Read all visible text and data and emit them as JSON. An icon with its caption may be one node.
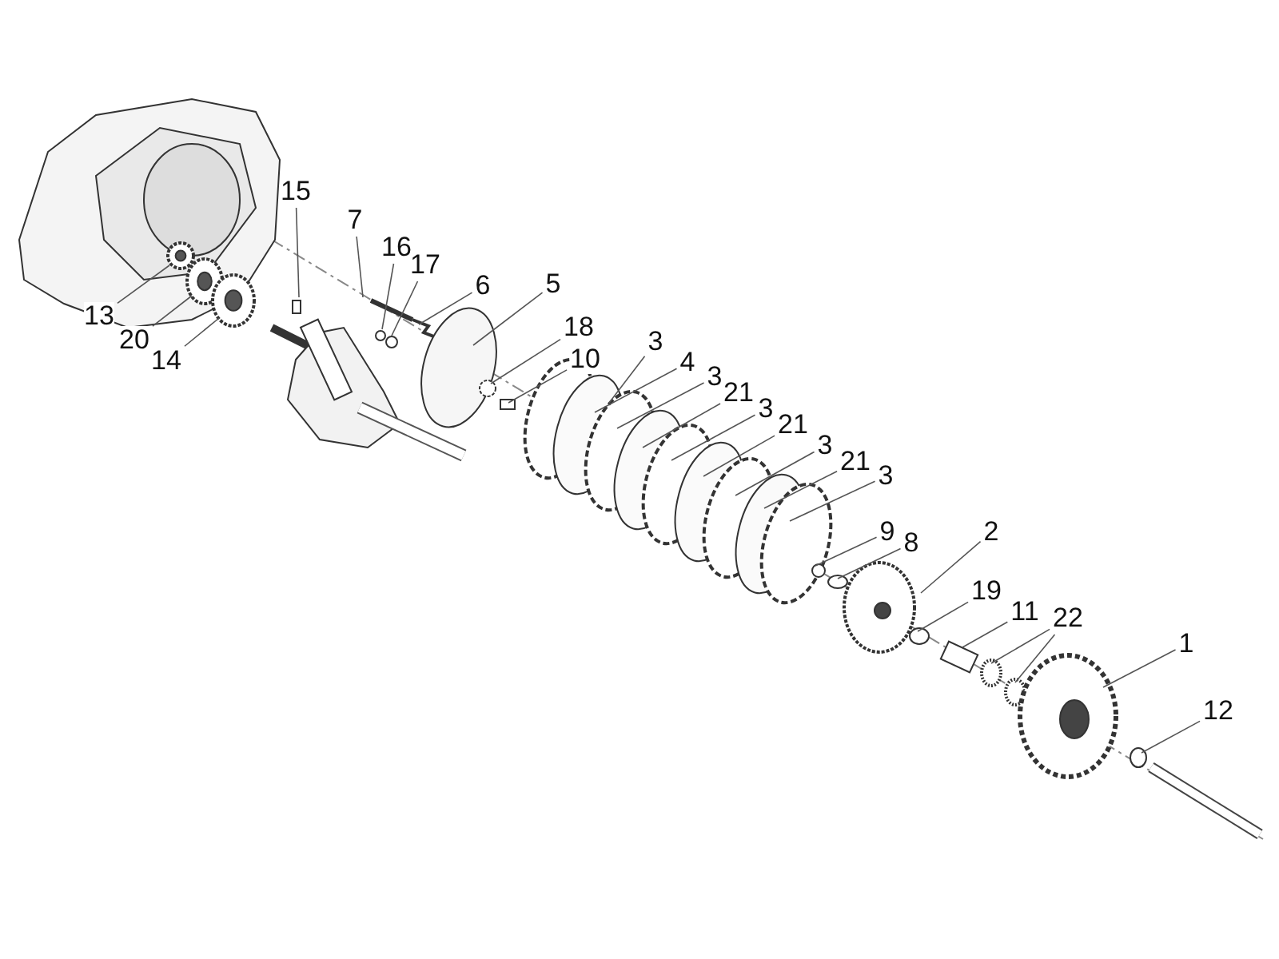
{
  "diagram": {
    "nodes": [
      {
        "text": [
          "15"
        ]
      },
      {
        "text": [
          "7"
        ]
      },
      {
        "text": [
          "16"
        ]
      },
      {
        "text": [
          "17"
        ]
      },
      {
        "text": [
          "6"
        ]
      },
      {
        "text": [
          "5"
        ]
      },
      {
        "text": [
          "13"
        ]
      },
      {
        "text": [
          "18"
        ]
      },
      {
        "text": [
          "20"
        ]
      },
      {
        "text": [
          "3"
        ]
      },
      {
        "text": [
          "10"
        ]
      },
      {
        "text": [
          "14"
        ]
      },
      {
        "text": [
          "4"
        ]
      },
      {
        "text": [
          "3"
        ]
      },
      {
        "text": [
          "21"
        ]
      },
      {
        "text": [
          "3"
        ]
      },
      {
        "text": [
          "21"
        ]
      },
      {
        "text": [
          "3"
        ]
      },
      {
        "text": [
          "21"
        ]
      },
      {
        "text": [
          "3"
        ]
      },
      {
        "text": [
          "9"
        ]
      },
      {
        "text": [
          "8"
        ]
      },
      {
        "text": [
          "2"
        ]
      },
      {
        "text": [
          "19"
        ]
      },
      {
        "text": [
          "11"
        ]
      },
      {
        "text": [
          "22"
        ]
      },
      {
        "text": [
          "1"
        ]
      },
      {
        "text": [
          "12"
        ]
      }
    ],
    "edges": [
      {
        "from": 0,
        "to": null,
        "arrow": "none"
      },
      {
        "from": 1,
        "to": null,
        "arrow": "none"
      },
      {
        "from": 2,
        "to": null,
        "arrow": "none"
      },
      {
        "from": 3,
        "to": null,
        "arrow": "none"
      },
      {
        "from": 4,
        "to": null,
        "arrow": "none"
      },
      {
        "from": 5,
        "to": null,
        "arrow": "none"
      },
      {
        "from": 6,
        "to": null,
        "arrow": "none"
      },
      {
        "from": 7,
        "to": null,
        "arrow": "none"
      },
      {
        "from": 8,
        "to": null,
        "arrow": "none"
      },
      {
        "from": 9,
        "to": null,
        "arrow": "none"
      },
      {
        "from": 10,
        "to": null,
        "arrow": "none"
      },
      {
        "from": 11,
        "to": null,
        "arrow": "none"
      },
      {
        "from": 12,
        "to": null,
        "arrow": "none"
      },
      {
        "from": 13,
        "to": null,
        "arrow": "none"
      },
      {
        "from": 14,
        "to": null,
        "arrow": "none"
      },
      {
        "from": 15,
        "to": null,
        "arrow": "none"
      },
      {
        "from": 16,
        "to": null,
        "arrow": "none"
      },
      {
        "from": 17,
        "to": null,
        "arrow": "none"
      },
      {
        "from": 18,
        "to": null,
        "arrow": "none"
      },
      {
        "from": 19,
        "to": null,
        "arrow": "none"
      },
      {
        "from": 20,
        "to": null,
        "arrow": "none"
      },
      {
        "from": 21,
        "to": null,
        "arrow": "none"
      },
      {
        "from": 22,
        "to": null,
        "arrow": "none"
      },
      {
        "from": 23,
        "to": null,
        "arrow": "none"
      },
      {
        "from": 24,
        "to": null,
        "arrow": "none"
      },
      {
        "from": 25,
        "to": null,
        "arrow": "none"
      },
      {
        "from": 25,
        "to": null,
        "arrow": "none"
      },
      {
        "from": 26,
        "to": null,
        "arrow": "none"
      },
      {
        "from": 27,
        "to": null,
        "arrow": "none"
      }
    ]
  }
}
